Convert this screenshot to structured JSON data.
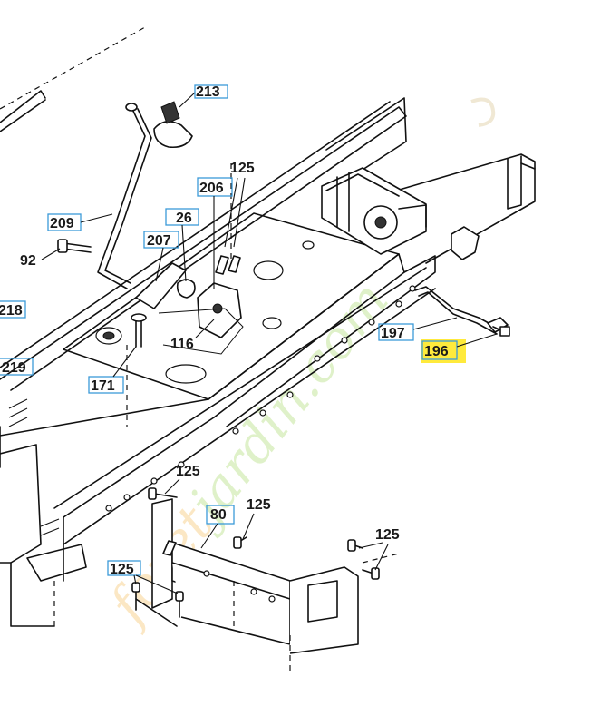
{
  "watermark": {
    "text_orange": "foret",
    "text_green": "jardin.com",
    "color_orange": "#f5b84a",
    "color_green": "#9fd45a"
  },
  "colors": {
    "label_box_border": "#3b9ad8",
    "highlight": "#ffea3c"
  },
  "labels": [
    {
      "id": "213",
      "text": "213",
      "boxed": true
    },
    {
      "id": "125a",
      "text": "125",
      "boxed": false
    },
    {
      "id": "206",
      "text": "206",
      "boxed": true
    },
    {
      "id": "209",
      "text": "209",
      "boxed": true
    },
    {
      "id": "26",
      "text": "26",
      "boxed": true
    },
    {
      "id": "207",
      "text": "207",
      "boxed": true
    },
    {
      "id": "92",
      "text": "92",
      "boxed": false
    },
    {
      "id": "218",
      "text": "218",
      "boxed": true
    },
    {
      "id": "116",
      "text": "116",
      "boxed": false
    },
    {
      "id": "219",
      "text": "219",
      "boxed": true
    },
    {
      "id": "171",
      "text": "171",
      "boxed": true
    },
    {
      "id": "197",
      "text": "197",
      "boxed": true
    },
    {
      "id": "196",
      "text": "196",
      "boxed": true,
      "highlighted": true
    },
    {
      "id": "125b",
      "text": "125",
      "boxed": false
    },
    {
      "id": "125c",
      "text": "125",
      "boxed": false
    },
    {
      "id": "80",
      "text": "80",
      "boxed": true
    },
    {
      "id": "125d",
      "text": "125",
      "boxed": false
    },
    {
      "id": "125e",
      "text": "125",
      "boxed": true
    }
  ]
}
